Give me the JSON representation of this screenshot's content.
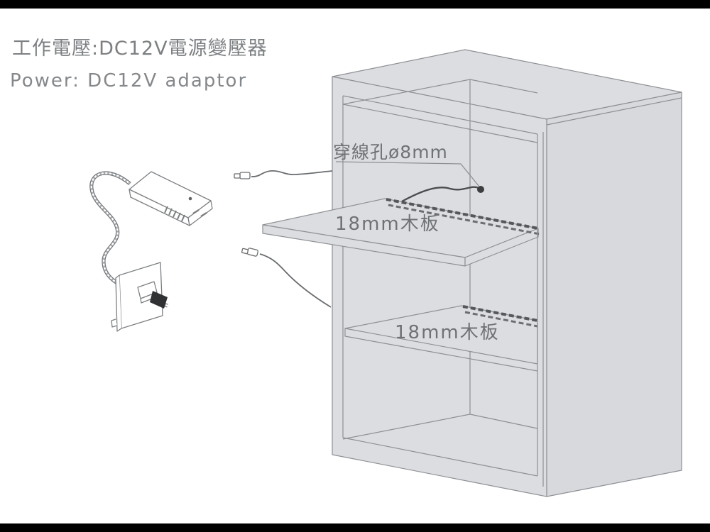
{
  "title": {
    "zh": "工作電壓:DC12V電源變壓器",
    "en": "Power: DC12V adaptor"
  },
  "annotations": {
    "wire_hole_label": "穿線孔ø8mm",
    "upper_shelf_label": "18mm木板",
    "lower_shelf_label": "18mm木板"
  },
  "icons": {
    "cabinet": "two-shelf-cabinet-isometric",
    "upper_shelf": "shelf-board-with-led-strip",
    "lower_shelf": "shelf-board-with-led-strip",
    "wire_hole": "cable-through-hole-dot",
    "adapter": "power-adapter-box",
    "outlet": "wall-socket-with-plug",
    "connector_wires": "dc-connector-wires"
  },
  "colors": {
    "background": "#ffffff",
    "letterbox_bar": "#000000",
    "cabinet_fill": "#dcdde0",
    "cabinet_line": "#8d9094",
    "led_strip": "#55585a",
    "wire": "#5a5d60",
    "hole_dot": "#3b3d3f",
    "plug_tip": "#2f3133",
    "text_gray": "#76797c"
  }
}
